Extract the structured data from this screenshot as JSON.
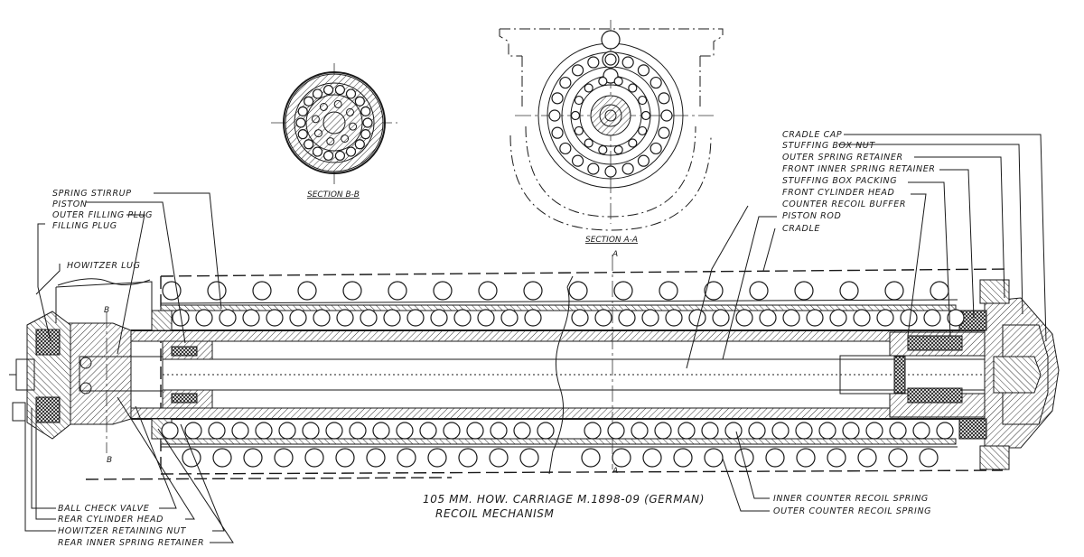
{
  "title": {
    "line1": "105 MM. HOW. CARRIAGE M.1898-09 (GERMAN)",
    "line2": "RECOIL MECHANISM"
  },
  "sections": {
    "bb": "SECTION B-B",
    "aa": "SECTION A-A"
  },
  "section_marks": {
    "b_top": "B",
    "b_bottom": "B",
    "a_top": "A",
    "a_bottom": "A"
  },
  "labels_left_top": {
    "spring_stirrup": "SPRING STIRRUP",
    "piston": "PISTON",
    "outer_filling_plug": "OUTER FILLING PLUG",
    "filling_plug": "FILLING PLUG",
    "howitzer_lug": "HOWITZER LUG"
  },
  "labels_right_top": {
    "cradle_cap": "CRADLE CAP",
    "stuffing_box_nut": "STUFFING BOX NUT",
    "outer_spring_retainer": "OUTER SPRING RETAINER",
    "front_inner_spring_retainer": "FRONT INNER SPRING RETAINER",
    "stuffing_box_packing": "STUFFING BOX PACKING",
    "front_cylinder_head": "FRONT CYLINDER HEAD",
    "counter_recoil_buffer": "COUNTER RECOIL BUFFER",
    "piston_rod": "PISTON ROD",
    "cradle": "CRADLE"
  },
  "labels_left_bottom": {
    "ball_check_valve": "BALL CHECK VALVE",
    "rear_cylinder_head": "REAR CYLINDER HEAD",
    "howitzer_retaining_nut": "HOWITZER RETAINING NUT",
    "rear_inner_spring_retainer": "REAR INNER SPRING RETAINER"
  },
  "labels_right_bottom": {
    "inner_counter_recoil_spring": "INNER COUNTER RECOIL SPRING",
    "outer_counter_recoil_spring": "OUTER COUNTER RECOIL SPRING"
  }
}
